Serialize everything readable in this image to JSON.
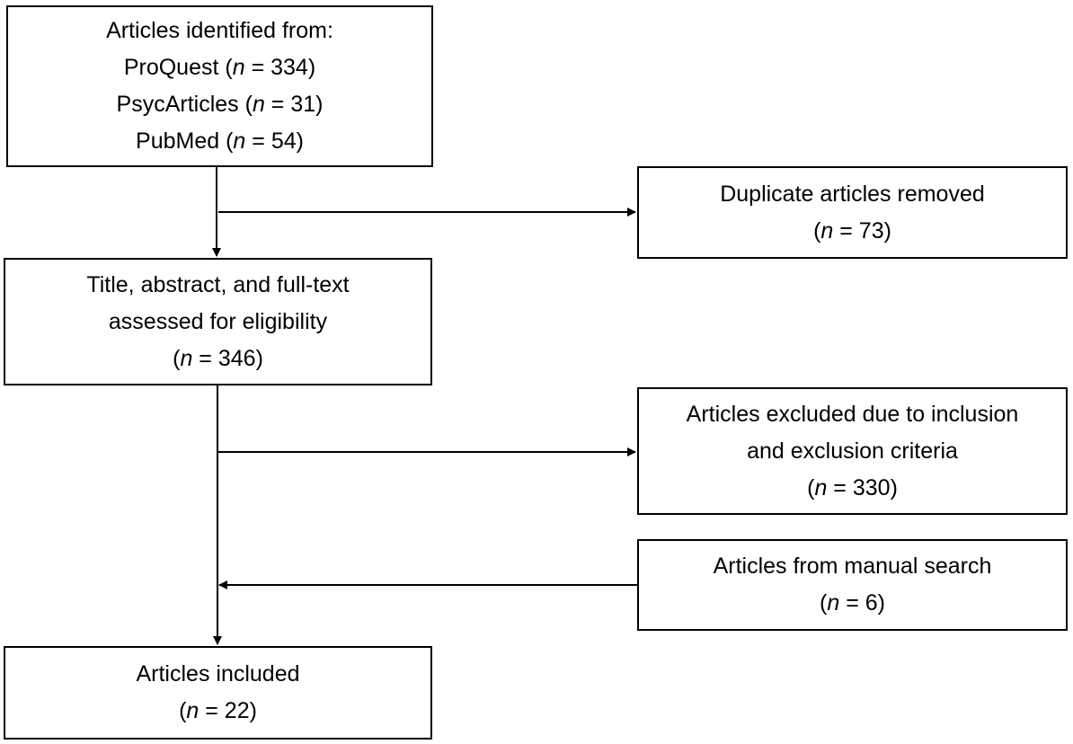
{
  "boxes": {
    "identified": {
      "title": "Articles identified from:",
      "sources": [
        {
          "name": "ProQuest",
          "n": "334"
        },
        {
          "name": "PsycArticles",
          "n": "31"
        },
        {
          "name": "PubMed",
          "n": "54"
        }
      ]
    },
    "duplicates": {
      "label": "Duplicate articles removed",
      "n": "73"
    },
    "assessed": {
      "lines": [
        "Title, abstract, and full-text",
        "assessed for eligibility"
      ],
      "n": "346"
    },
    "excluded": {
      "lines": [
        "Articles excluded due to inclusion",
        "and exclusion criteria"
      ],
      "n": "330"
    },
    "manual": {
      "label": "Articles from manual search",
      "n": "6"
    },
    "included": {
      "label": "Articles included",
      "n": "22"
    }
  },
  "n_symbol": "n",
  "equals": " = "
}
